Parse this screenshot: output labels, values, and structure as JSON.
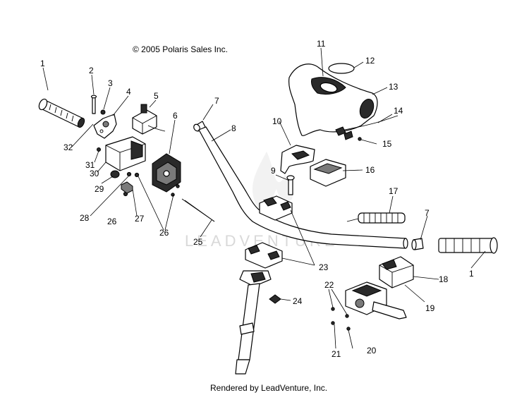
{
  "copyright": "© 2005 Polaris Sales Inc.",
  "footer": "Rendered by LeadVenture, Inc.",
  "watermark": "LEADVENTURE",
  "callouts": {
    "c1a": "1",
    "c1b": "1",
    "c2": "2",
    "c3": "3",
    "c4": "4",
    "c5": "5",
    "c6": "6",
    "c7a": "7",
    "c7b": "7",
    "c8": "8",
    "c9": "9",
    "c10": "10",
    "c11": "11",
    "c12": "12",
    "c13": "13",
    "c14": "14",
    "c15": "15",
    "c16": "16",
    "c17": "17",
    "c18": "18",
    "c19": "19",
    "c20": "20",
    "c21": "21",
    "c22": "22",
    "c23": "23",
    "c24": "24",
    "c25": "25",
    "c26a": "26",
    "c26b": "26",
    "c27": "27",
    "c28": "28",
    "c29": "29",
    "c30": "30",
    "c31": "31",
    "c32": "32"
  }
}
